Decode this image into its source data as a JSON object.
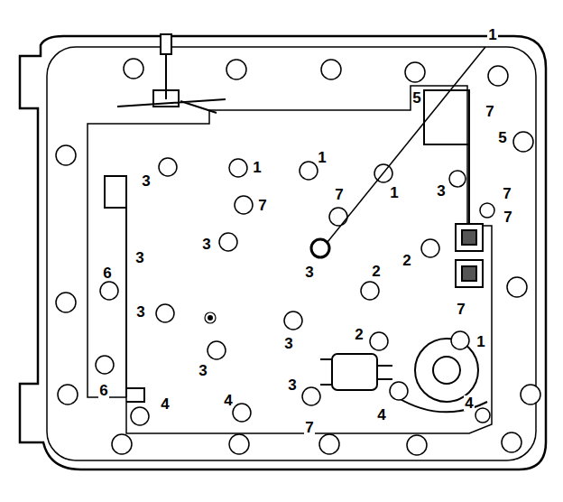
{
  "diagram": {
    "labels": [
      "1",
      "5",
      "7",
      "5",
      "3",
      "1",
      "1",
      "7",
      "7",
      "1",
      "3",
      "7",
      "7",
      "3",
      "3",
      "2",
      "2",
      "3",
      "6",
      "3",
      "7",
      "3",
      "2",
      "1",
      "3",
      "6",
      "4",
      "3",
      "4",
      "4",
      "4",
      "7"
    ]
  }
}
